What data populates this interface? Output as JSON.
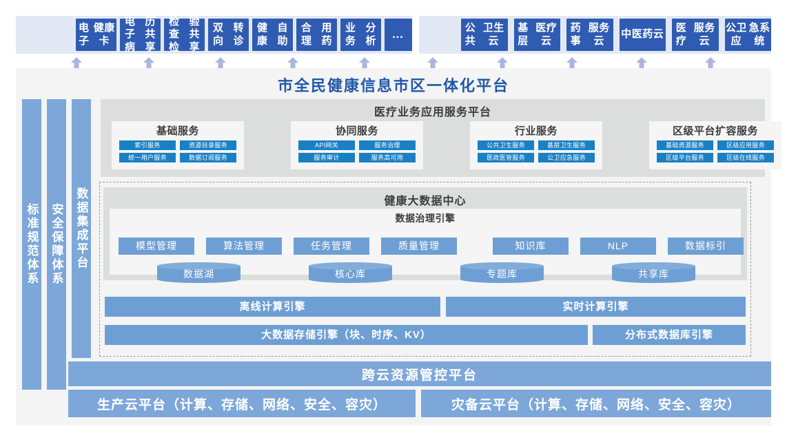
{
  "top": {
    "left_apps": [
      {
        "l1": "电子",
        "l2": "健康卡"
      },
      {
        "l1": "电子病",
        "l2": "历共享"
      },
      {
        "l1": "检查检",
        "l2": "验共享"
      },
      {
        "l1": "双向",
        "l2": "转诊"
      },
      {
        "l1": "健康",
        "l2": "自助"
      },
      {
        "l1": "合理",
        "l2": "用药"
      },
      {
        "l1": "业务",
        "l2": "分析"
      },
      {
        "l1": "…",
        "l2": ""
      }
    ],
    "right_apps": [
      {
        "l1": "公共",
        "l2": "卫生云"
      },
      {
        "l1": "基层",
        "l2": "医疗云"
      },
      {
        "l1": "药事",
        "l2": "服务云"
      },
      {
        "l1": "中医",
        "l2": "药云"
      },
      {
        "l1": "医疗",
        "l2": "服务云"
      },
      {
        "l1": "公卫应",
        "l2": "急系统"
      }
    ]
  },
  "platform_title": "市全民健康信息市区一体化平台",
  "side_bars": [
    {
      "label": "标准规范体系"
    },
    {
      "label": "安全保障体系"
    },
    {
      "label": "数据集成平台"
    }
  ],
  "business": {
    "title": "医疗业务应用服务平台",
    "cards": [
      {
        "title": "基础服务",
        "chips": [
          "索引服务",
          "资源目录服务",
          "统一用户服务",
          "数据订阅服务"
        ]
      },
      {
        "title": "协同服务",
        "chips": [
          "API网关",
          "服务治理",
          "服务审计",
          "服务高可用"
        ]
      },
      {
        "title": "行业服务",
        "chips": [
          "公共卫生服务",
          "基层卫生服务",
          "医政医管服务",
          "公卫应急服务"
        ]
      },
      {
        "title": "区级平台扩容服务",
        "chips": [
          "基础资源服务",
          "区级应用服务",
          "区级平台服务",
          "区级在线服务"
        ]
      }
    ]
  },
  "bigdata": {
    "title": "健康大数据中心",
    "governance_title": "数据治理引擎",
    "governance_chips_left": [
      "模型管理",
      "算法管理",
      "任务管理",
      "质量管理"
    ],
    "governance_chips_right": [
      "知识库",
      "NLP",
      "数据标引"
    ],
    "databases": [
      "数据湖",
      "核心库",
      "专题库",
      "共享库"
    ],
    "engines_row1": [
      "离线计算引擎",
      "实时计算引擎"
    ],
    "engines_row2": [
      "大数据存储引擎（块、时序、KV）",
      "分布式数据库引擎"
    ]
  },
  "bottom": {
    "cross_cloud": "跨云资源管控平台",
    "production_cloud": "生产云平台（计算、存储、网络、安全、容灾）",
    "dr_cloud": "灾备云平台（计算、存储、网络、安全、容灾）"
  },
  "colors": {
    "app_box": "#2f5cb2",
    "strip_bg": "#e3e8f5",
    "title_blue": "#2157a8",
    "bar_blue": "#7da7d9",
    "chip_blue": "#1a80c4",
    "gov_blue": "#6e9fd4",
    "panel_grey": "#dcdddd",
    "card_grey": "#f5f5f5",
    "arrow": "#aab6de"
  }
}
